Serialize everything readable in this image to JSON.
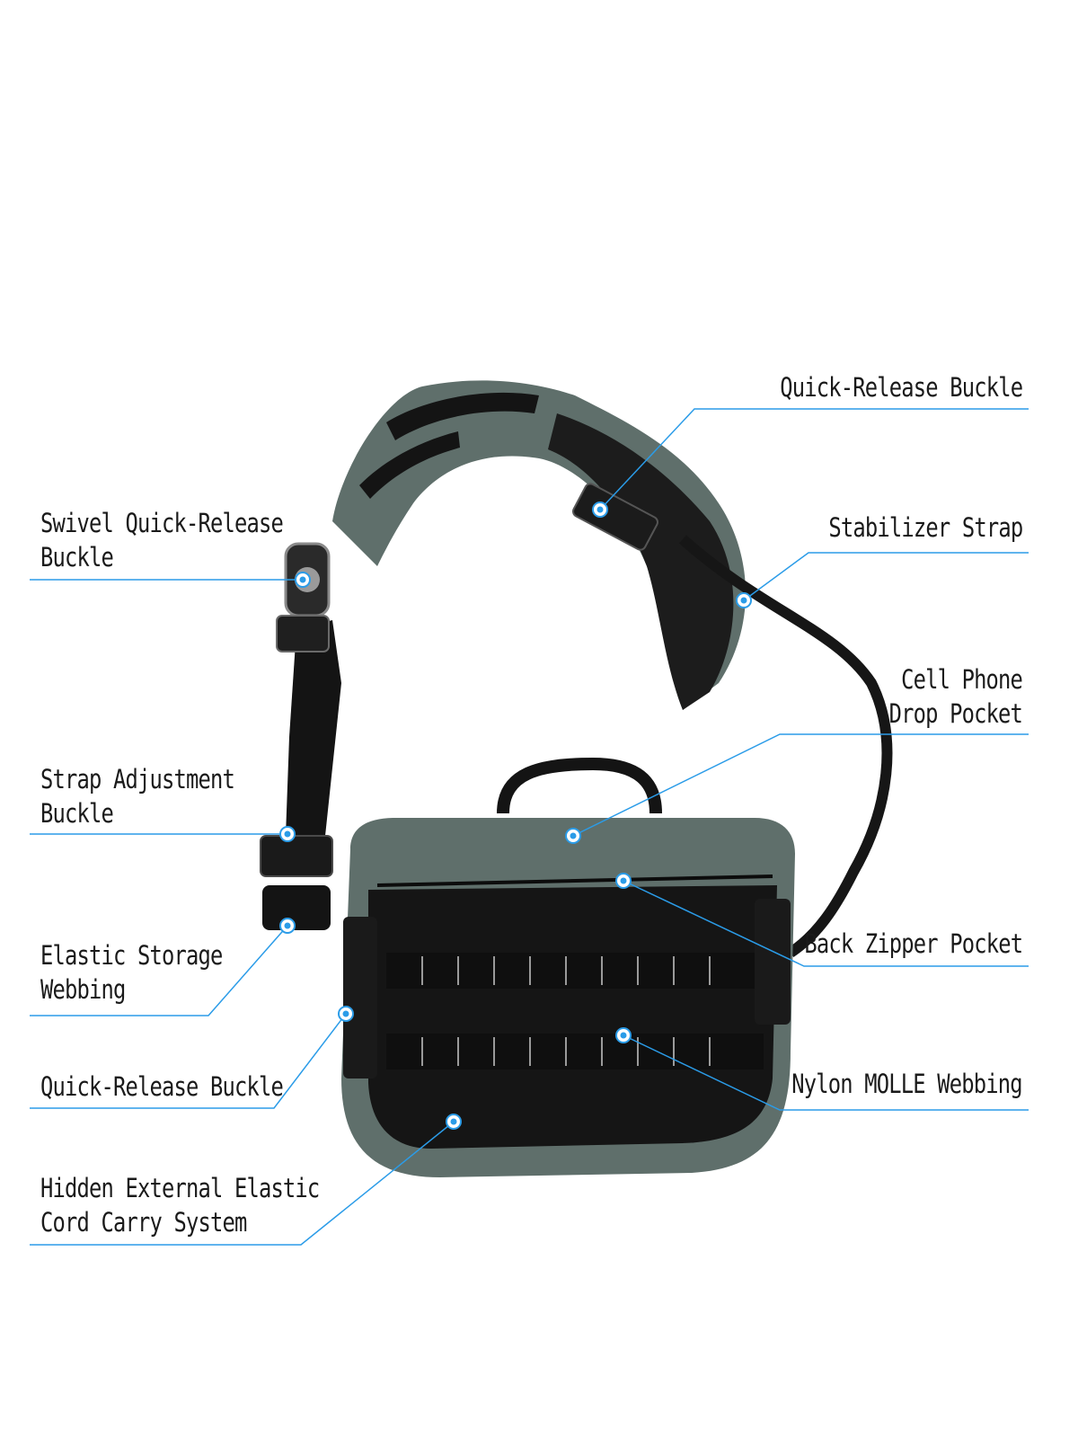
{
  "colors": {
    "leader_line": "#2b9ce8",
    "bag_fabric": "#5f6f6b",
    "bag_black": "#141414",
    "label_text": "#1a1a1a"
  },
  "callouts": {
    "quick_release_top": "Quick-Release Buckle",
    "swivel_line1": "Swivel Quick-Release",
    "swivel_line2": "Buckle",
    "stabilizer_strap": "Stabilizer Strap",
    "cell_phone_line1": "Cell Phone",
    "cell_phone_line2": "Drop Pocket",
    "strap_adjust_line1": "Strap Adjustment",
    "strap_adjust_line2": "Buckle",
    "back_zipper": "Back Zipper Pocket",
    "elastic_line1": "Elastic Storage",
    "elastic_line2": "Webbing",
    "quick_release_bottom": "Quick-Release Buckle",
    "nylon_molle": "Nylon MOLLE Webbing",
    "hidden_line1": "Hidden External Elastic",
    "hidden_line2": "Cord Carry System"
  }
}
